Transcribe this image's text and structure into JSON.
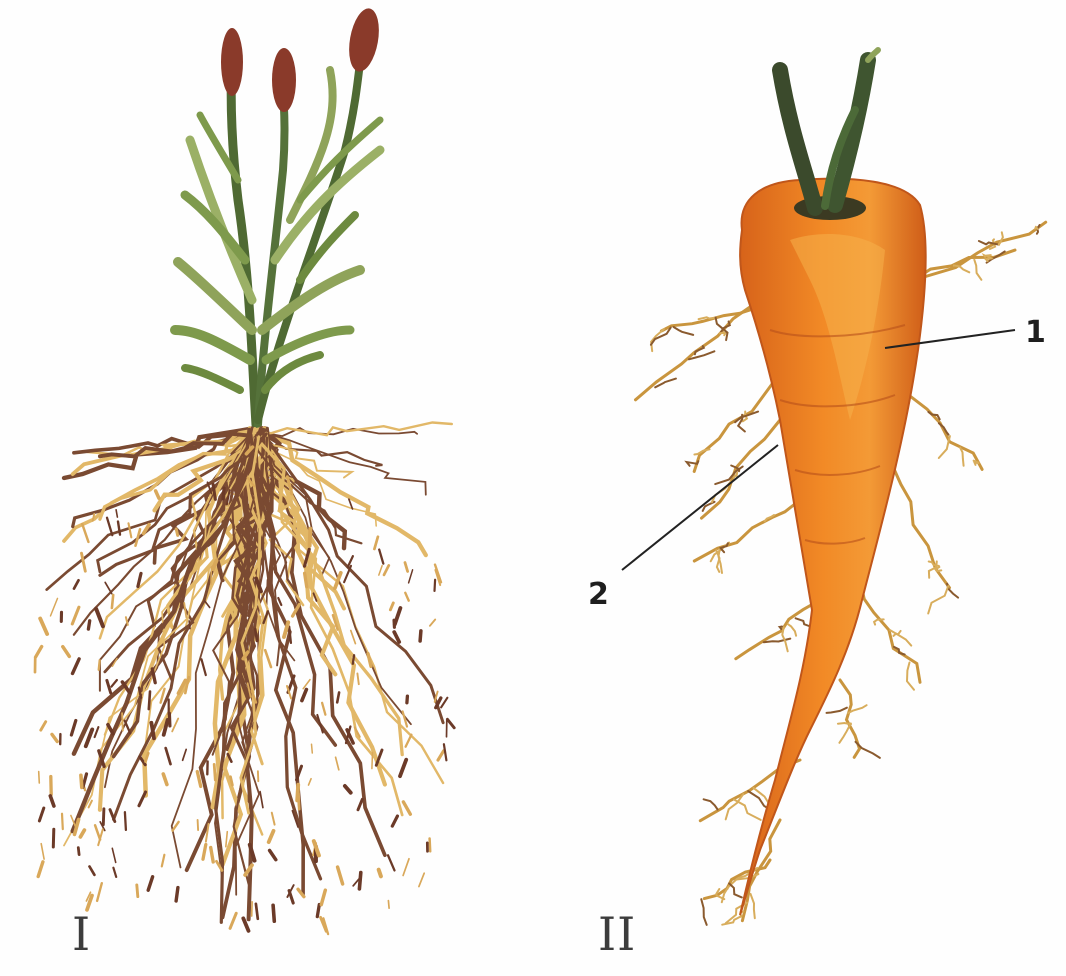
{
  "figure": {
    "label_fibrous": "I",
    "label_taproot": "II",
    "callout_main_root": "1",
    "callout_lateral_root": "2"
  },
  "colors": {
    "background": "#fefefe",
    "fibrous_root_dark": "#7a4a32",
    "fibrous_root_light": "#e8c478",
    "stem_green": "#5e7a3c",
    "leaf_green": "#8fa35a",
    "seed_head": "#8a3a2a",
    "carrot_orange": "#e8781e",
    "carrot_highlight": "#f6b04a",
    "carrot_top": "#3b4a2c",
    "lateral_root": "#c9953e",
    "leader_line": "#222222"
  }
}
